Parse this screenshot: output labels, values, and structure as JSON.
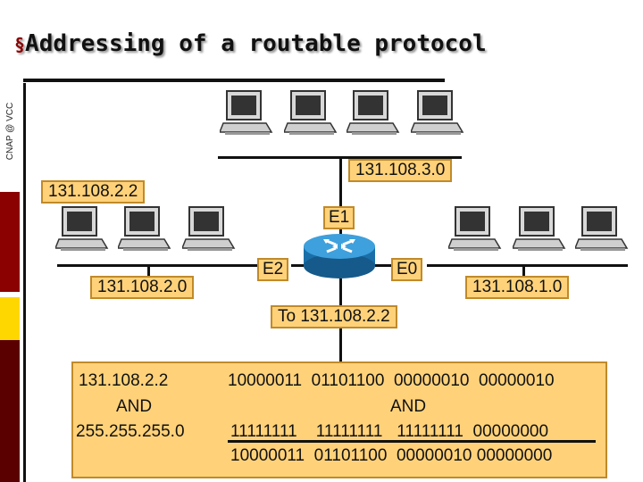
{
  "slide": {
    "title": "Addressing of a routable protocol",
    "bullet_symbol": "§",
    "sidebar_label": "CNAP @ VCC"
  },
  "diagram": {
    "networks": {
      "top": "131.108.3.0",
      "left": "131.108.2.0",
      "right": "131.108.1.0"
    },
    "host_label": "131.108.2.2",
    "interfaces": {
      "e1": "E1",
      "e2": "E2",
      "e0": "E0"
    },
    "destination": "To 131.108.2.2"
  },
  "calculation": {
    "ip": "131.108.2.2",
    "and_left": "AND",
    "mask": "255.255.255.0",
    "ip_binary": "10000011  01101100  00000010  00000010",
    "and_right": "AND",
    "mask_binary": "11111111    11111111   11111111  00000000",
    "result_binary": "10000011  01101100  00000010 00000000"
  },
  "colors": {
    "tag_fill": "#ffd27a",
    "tag_border": "#c08a2a",
    "sidebar_red": "#8b0000",
    "sidebar_yellow": "#ffd700",
    "router_blue": "#1e88c8"
  }
}
